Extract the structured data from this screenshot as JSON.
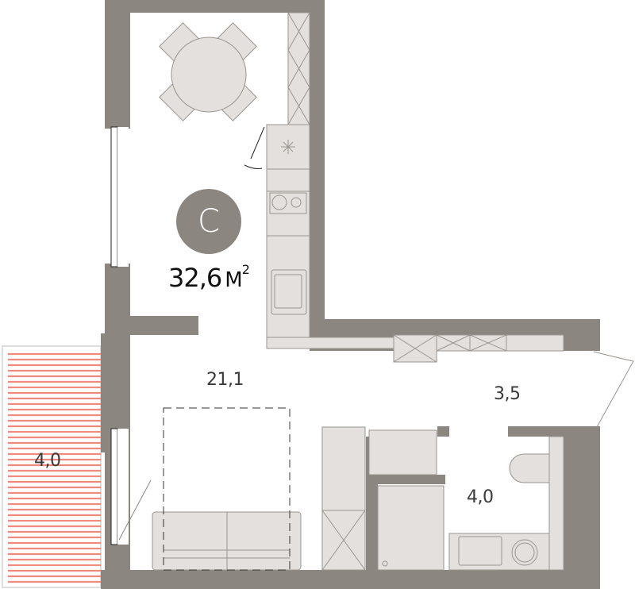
{
  "plan": {
    "type_badge": "С",
    "total_area": "32,6",
    "total_unit": "М",
    "total_unit_power": "2",
    "colors": {
      "wall": "#8c8680",
      "furniture": "#e3e0dd",
      "furniture_stroke": "#9a948e",
      "balcony_hatch": "#f08a7e",
      "badge": "#8c8680"
    }
  },
  "rooms": [
    {
      "id": "living",
      "area": "21,1"
    },
    {
      "id": "hallway",
      "area": "3,5"
    },
    {
      "id": "bathroom",
      "area": "4,0"
    },
    {
      "id": "balcony",
      "area": "4,0"
    }
  ]
}
